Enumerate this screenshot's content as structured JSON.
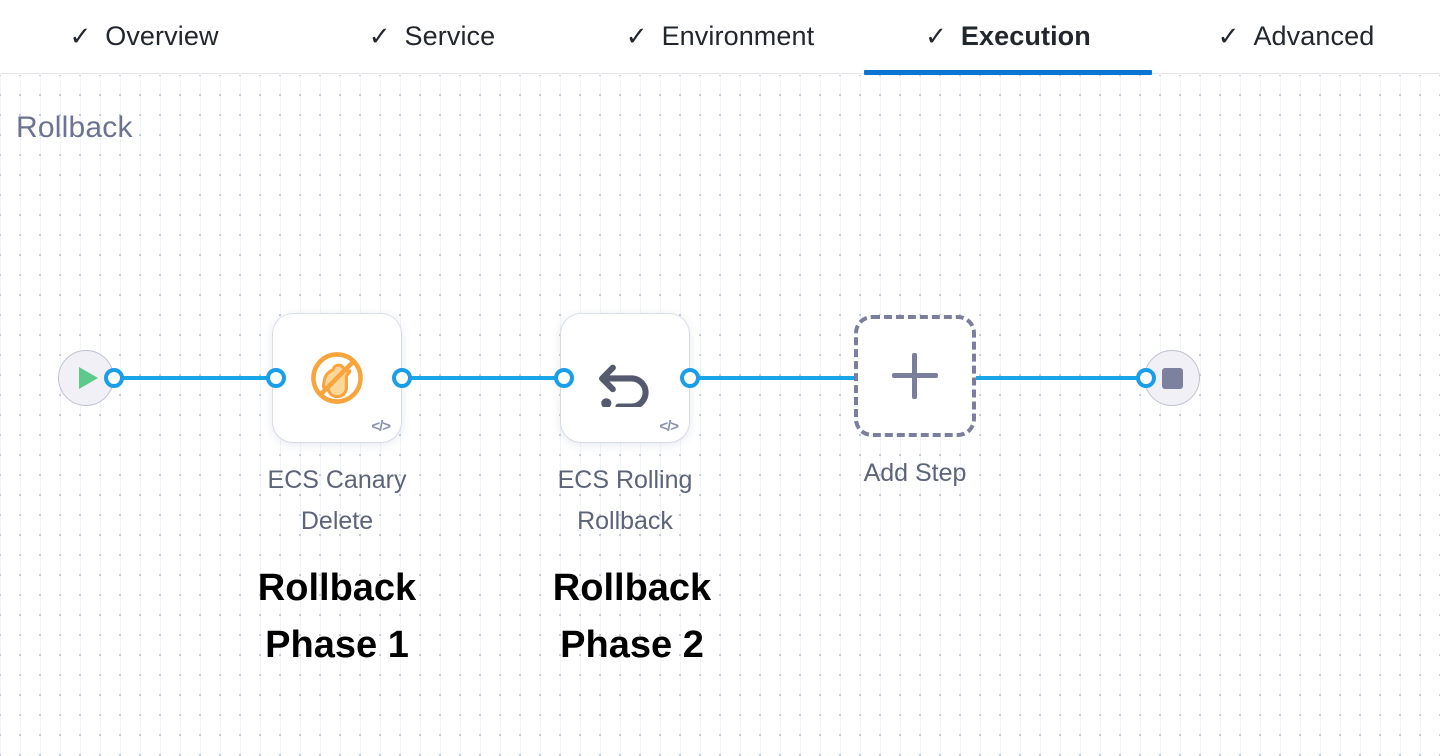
{
  "tabs": [
    {
      "label": "Overview",
      "icon": "check-icon",
      "active": false
    },
    {
      "label": "Service",
      "icon": "check-icon",
      "active": false
    },
    {
      "label": "Environment",
      "icon": "check-icon",
      "active": false
    },
    {
      "label": "Execution",
      "icon": "check-icon",
      "active": true
    },
    {
      "label": "Advanced",
      "icon": "check-icon",
      "active": false
    }
  ],
  "tick_glyph": "✓",
  "section": {
    "title": "Rollback"
  },
  "pipeline": {
    "start_node": {
      "icon": "play-icon",
      "name": "start-node"
    },
    "end_node": {
      "icon": "stop-icon",
      "name": "end-node"
    },
    "steps": [
      {
        "label": "ECS Canary\nDelete",
        "icon": "ecs-canary-delete-icon",
        "badge": "</>",
        "annotation": "Rollback\nPhase 1"
      },
      {
        "label": "ECS Rolling\nRollback",
        "icon": "rollback-arrow-icon",
        "badge": "</>",
        "annotation": "Rollback\nPhase 2"
      }
    ],
    "add_step": {
      "label": "Add Step",
      "icon": "plus-icon"
    }
  },
  "colors": {
    "accent_blue": "#0b74d4",
    "edge_blue": "#19a6e8",
    "canary_orange": "#f9a43c",
    "rollback_gray": "#555a6e",
    "title_slate": "#6b7390",
    "play_green": "#5dc98b",
    "stop_gray": "#7d81a0"
  }
}
